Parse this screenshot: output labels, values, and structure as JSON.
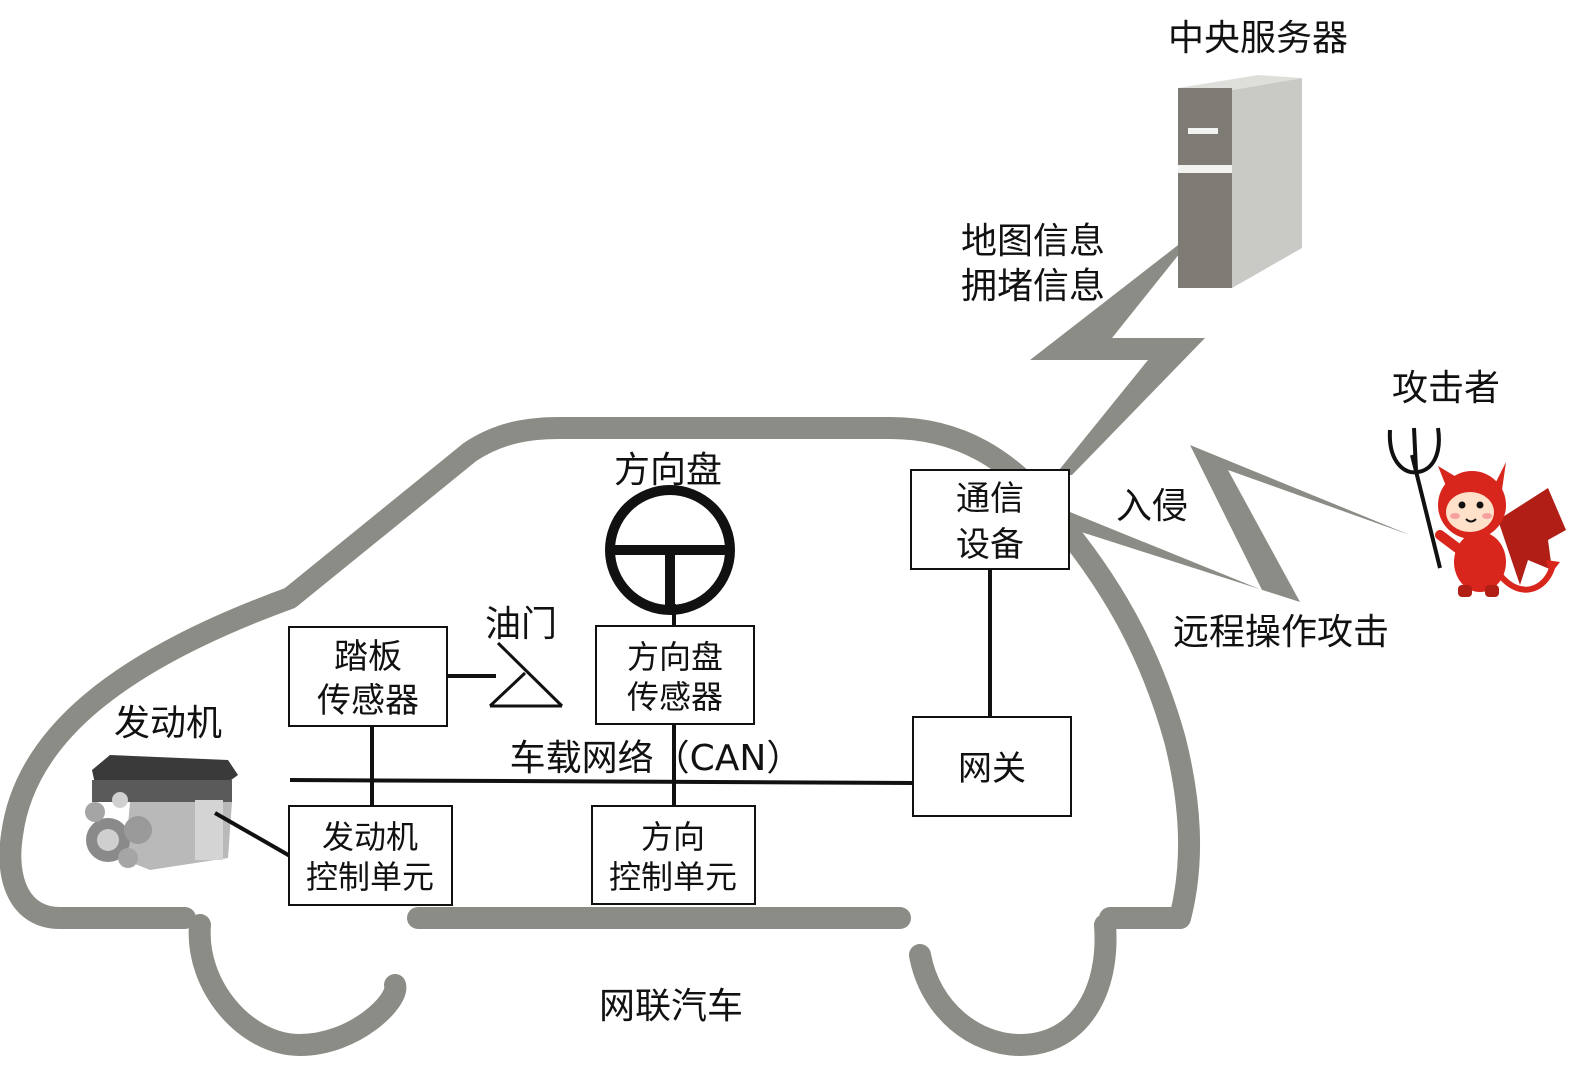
{
  "labels": {
    "server": "中央服务器",
    "map_info": "地图信息",
    "congestion_info": "拥堵信息",
    "attacker": "攻击者",
    "intrusion": "入侵",
    "remote_attack": "远程操作攻击",
    "steering_wheel": "方向盘",
    "throttle": "油门",
    "engine": "发动机",
    "can_bus": "车载网络（CAN）",
    "connected_car": "网联汽车"
  },
  "boxes": {
    "comm_device": [
      "通信",
      "设备"
    ],
    "gateway": [
      "网关"
    ],
    "pedal_sensor": [
      "踏板",
      "传感器"
    ],
    "steering_sensor": [
      "方向盘",
      "传感器"
    ],
    "engine_ecu": [
      "发动机",
      "控制单元"
    ],
    "steering_ecu": [
      "方向",
      "控制单元"
    ]
  },
  "icons": {
    "server": "server-tower-icon",
    "attacker": "devil-attacker-icon",
    "engine": "engine-block-icon",
    "steering": "steering-wheel-icon",
    "throttle": "throttle-pedal-icon"
  },
  "colors": {
    "car_outline": "#8c8c86",
    "lightning": "#8c8c86",
    "devil": "#d9261c",
    "server_dark": "#7d7b73",
    "server_light": "#c9c9c5"
  }
}
